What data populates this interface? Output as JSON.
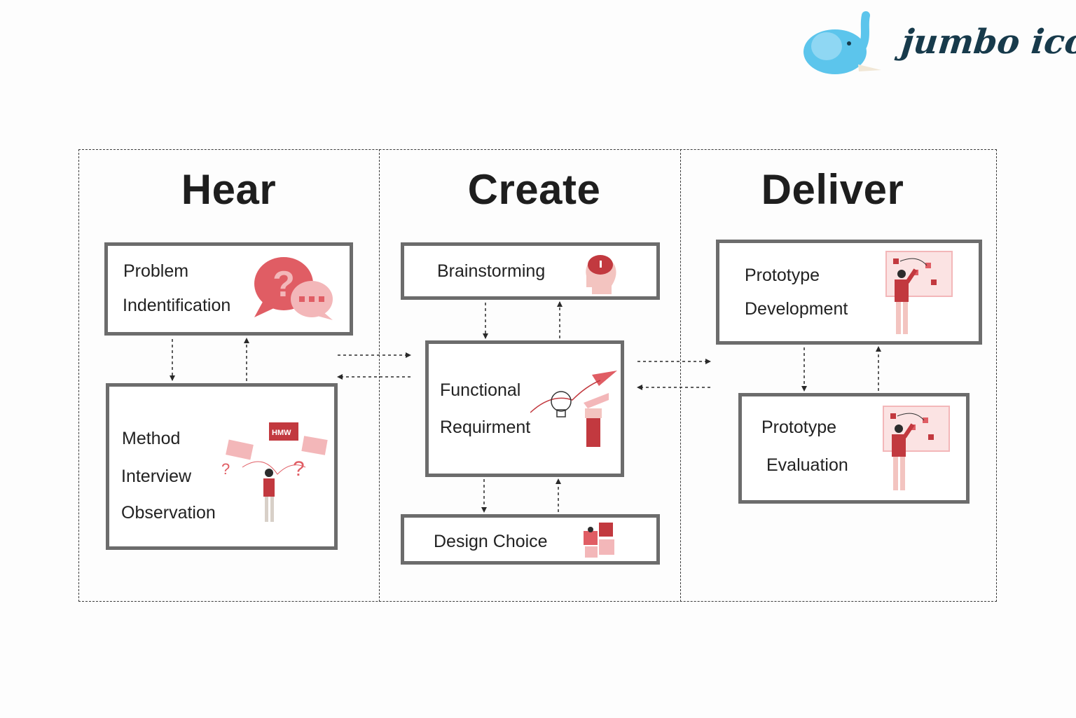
{
  "brand": {
    "logo_text": "jumbo icons",
    "logo_icon": "elephant-icon",
    "accent": "#5cc5ec"
  },
  "colors": {
    "primary_red": "#e05d64",
    "light_red": "#f3b7b9",
    "box_border": "#6c6c6c"
  },
  "columns": [
    {
      "heading": "Hear"
    },
    {
      "heading": "Create"
    },
    {
      "heading": "Deliver"
    }
  ],
  "hear": {
    "problem": {
      "line1": "Problem",
      "line2": "Indentification",
      "icon": "question-chat-icon"
    },
    "method": {
      "line1": "Method",
      "line2": "Interview",
      "line3": "Observation",
      "icon": "hmw-person-icon",
      "hmw_tag": "HMW"
    }
  },
  "create": {
    "brainstorming": {
      "label": "Brainstorming",
      "icon": "brain-head-icon"
    },
    "functional": {
      "line1": "Functional",
      "line2": "Requirment",
      "icon": "lightbulb-hand-icon"
    },
    "design": {
      "label": "Design Choice",
      "icon": "puzzle-icon"
    }
  },
  "deliver": {
    "development": {
      "line1": "Prototype",
      "line2": "Development",
      "icon": "whiteboard-person-icon"
    },
    "evaluation": {
      "line1": "Prototype",
      "line2": "Evaluation",
      "icon": "whiteboard-person-icon"
    }
  }
}
